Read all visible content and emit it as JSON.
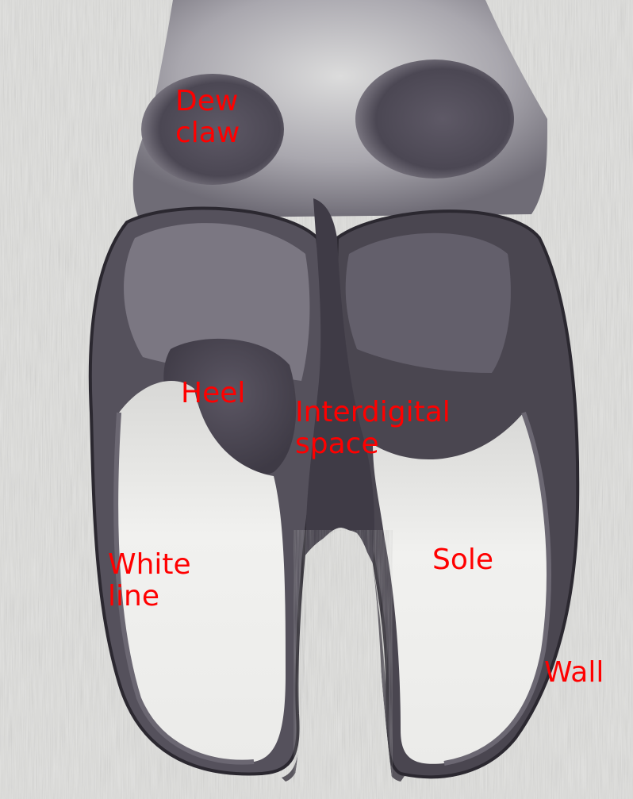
{
  "colors": {
    "label": "#ff0000",
    "paper": "#e9e9e7",
    "horn_dark": "#4a4650",
    "horn_mid": "#7e7a84",
    "sole_light": "#efefed",
    "outline": "#2b2830"
  },
  "labels": {
    "dew_claw": [
      "Dew",
      "claw"
    ],
    "heel": "Heel",
    "interdigital_space": [
      "Interdigital",
      "space"
    ],
    "white_line": [
      "White",
      "line"
    ],
    "sole": "Sole",
    "wall": "Wall"
  }
}
